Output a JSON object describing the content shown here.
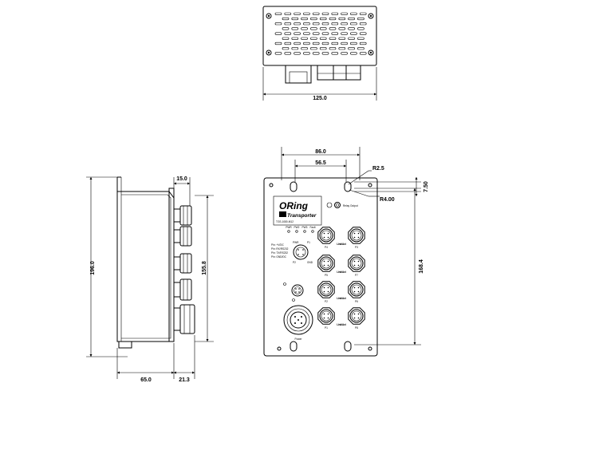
{
  "dimensions": {
    "width_top": "125.0",
    "height_side": "196.0",
    "connector_height": "155.8",
    "flange": "15.0",
    "depth": "65.0",
    "connector_depth": "21.3",
    "hole_spacing_outer": "86.0",
    "hole_spacing_inner": "56.5",
    "radius_top": "R2.5",
    "radius_slot": "R4.00",
    "slot_offset": "7.50",
    "hole_spacing_vertical": "168.4"
  },
  "front_panel": {
    "brand": "ORing",
    "product_line": "Transporter",
    "model": "TGS-1080-M12",
    "relay_label": "Relay Output",
    "power_label": "Power",
    "led_labels": [
      "PWR",
      "PW2",
      "PW3",
      "Fault"
    ],
    "port_labels": [
      "P4",
      "P3",
      "P5",
      "P7",
      "P2",
      "P6",
      "P1",
      "P8"
    ],
    "status_labels": [
      "Link/Act",
      "Link/Act",
      "Link/Act",
      "Link/Act",
      "Link/Act",
      "Link/Act",
      "Link/Act",
      "Link/Act"
    ],
    "console_labels": [
      "PWR",
      "P1",
      "P2",
      "GND"
    ],
    "console_text": [
      "Pin: +V/DC",
      "Pin: RX/RS232",
      "Pin: TX/RS232",
      "Pin: GND/DC"
    ]
  }
}
